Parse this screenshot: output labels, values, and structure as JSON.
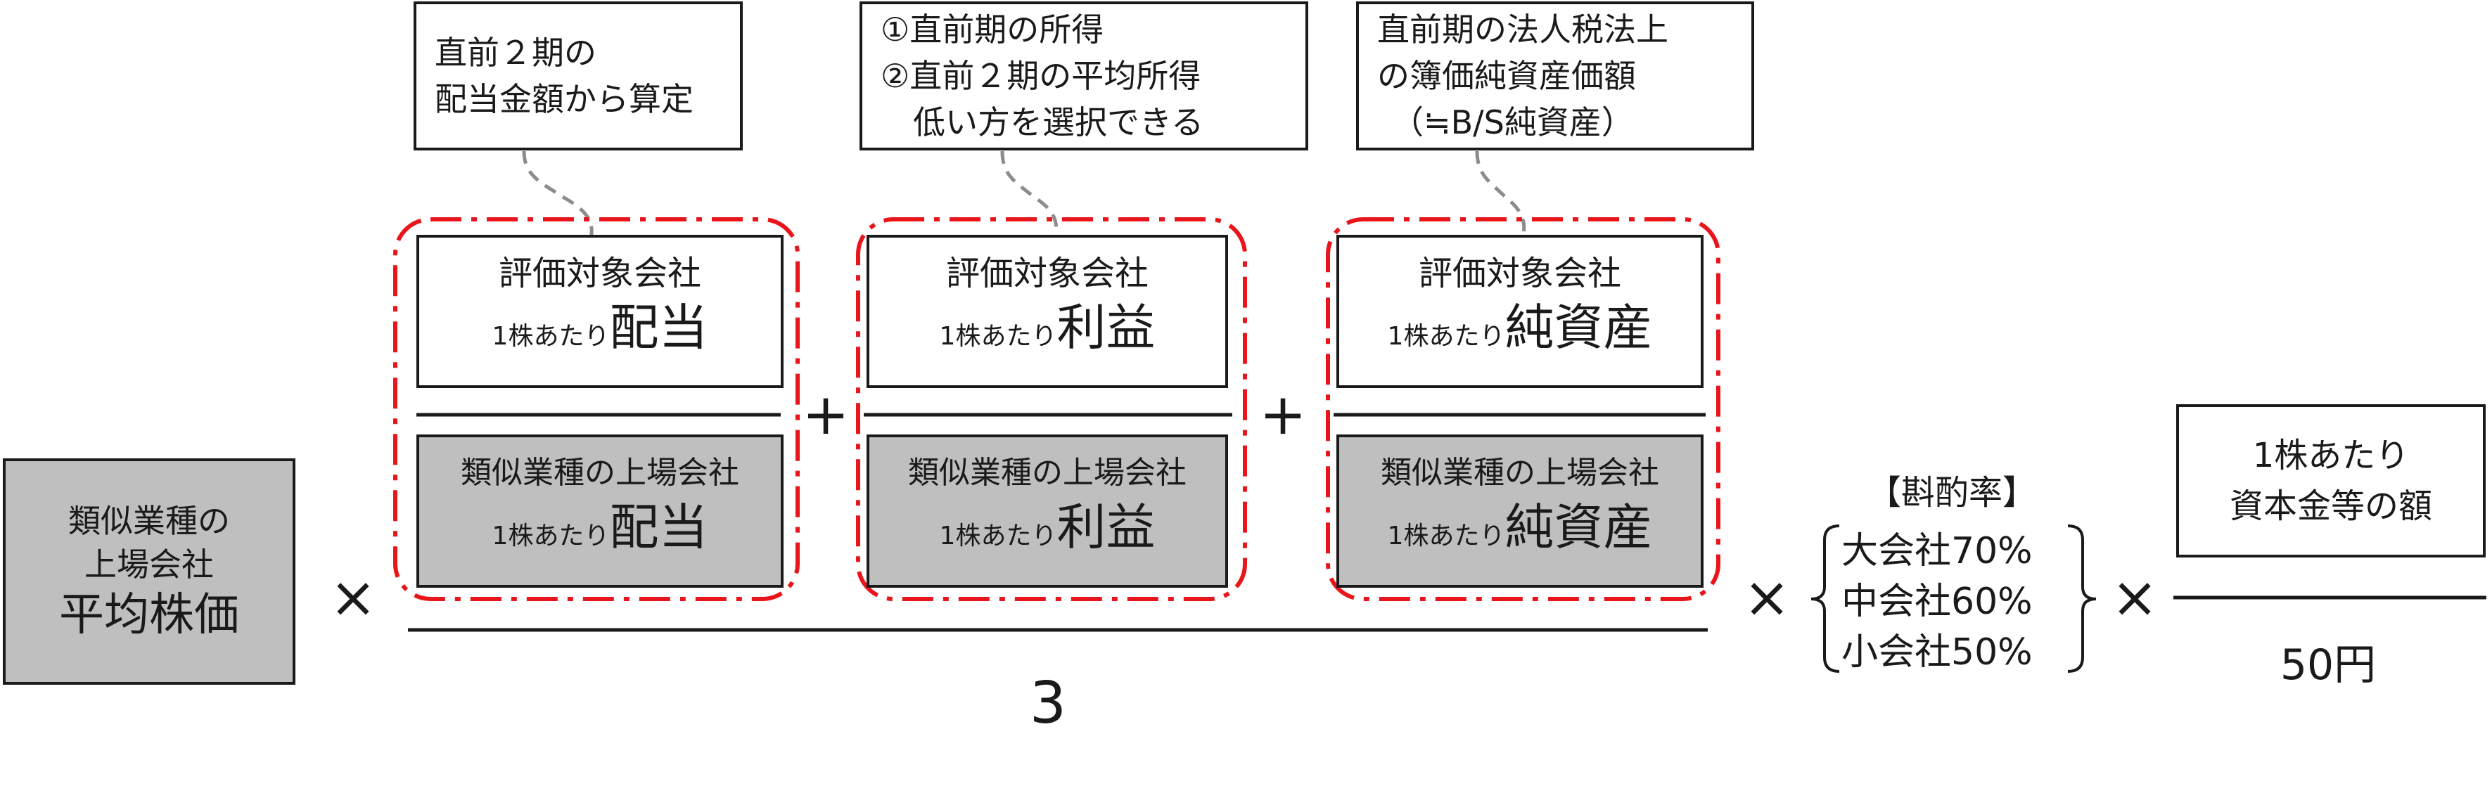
{
  "left_box": {
    "line1": "類似業種の",
    "line2": "上場会社",
    "line3": "平均株価"
  },
  "multiply": "×",
  "plus": "+",
  "denominator": "3",
  "callouts": {
    "dividend": {
      "line1": "直前２期の",
      "line2": "配当金額から算定"
    },
    "profit": {
      "line1": "①直前期の所得",
      "line2": "②直前２期の平均所得",
      "line3": "低い方を選択できる"
    },
    "net_assets": {
      "line1": "直前期の法人税法上",
      "line2": "の簿価純資産価額",
      "line3": "（≒B/S純資産）"
    }
  },
  "groups": {
    "dividend": {
      "top": {
        "line1": "評価対象会社",
        "prefix": "1株あたり",
        "term": "配当"
      },
      "bottom": {
        "line1": "類似業種の上場会社",
        "prefix": "1株あたり",
        "term": "配当"
      }
    },
    "profit": {
      "top": {
        "line1": "評価対象会社",
        "prefix": "1株あたり",
        "term": "利益"
      },
      "bottom": {
        "line1": "類似業種の上場会社",
        "prefix": "1株あたり",
        "term": "利益"
      }
    },
    "net_assets": {
      "top": {
        "line1": "評価対象会社",
        "prefix": "1株あたり",
        "term": "純資産"
      },
      "bottom": {
        "line1": "類似業種の上場会社",
        "prefix": "1株あたり",
        "term": "純資産"
      }
    }
  },
  "discount": {
    "title": "【斟酌率】",
    "items": [
      "大会社70%",
      "中会社60%",
      "小会社50%"
    ]
  },
  "capital_box": {
    "line1": "1株あたり",
    "line2": "資本金等の額"
  },
  "capital_denominator": "50円",
  "colors": {
    "dash_red": "#e8161b",
    "gray_fill": "#bfbfbf",
    "connector": "#8c8c8c"
  }
}
